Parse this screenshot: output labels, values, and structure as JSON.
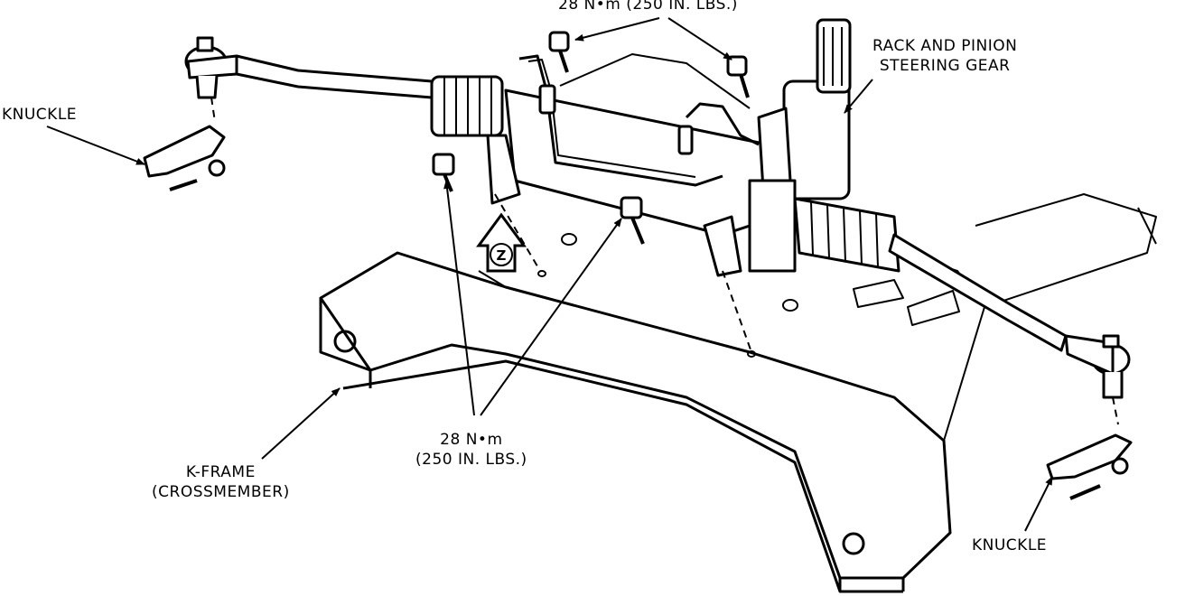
{
  "labels": {
    "knuckle_left": "KNUCKLE",
    "knuckle_right": "KNUCKLE",
    "rack_line1": "RACK AND PINION",
    "rack_line2": "STEERING GEAR",
    "torque_top": "28 N•m (250 IN. LBS.)",
    "torque_bottom_line1": "28 N•m",
    "torque_bottom_line2": "(250 IN. LBS.)",
    "kframe_line1": "K-FRAME",
    "kframe_line2": "(CROSSMEMBER)",
    "view_marker": "Z"
  }
}
